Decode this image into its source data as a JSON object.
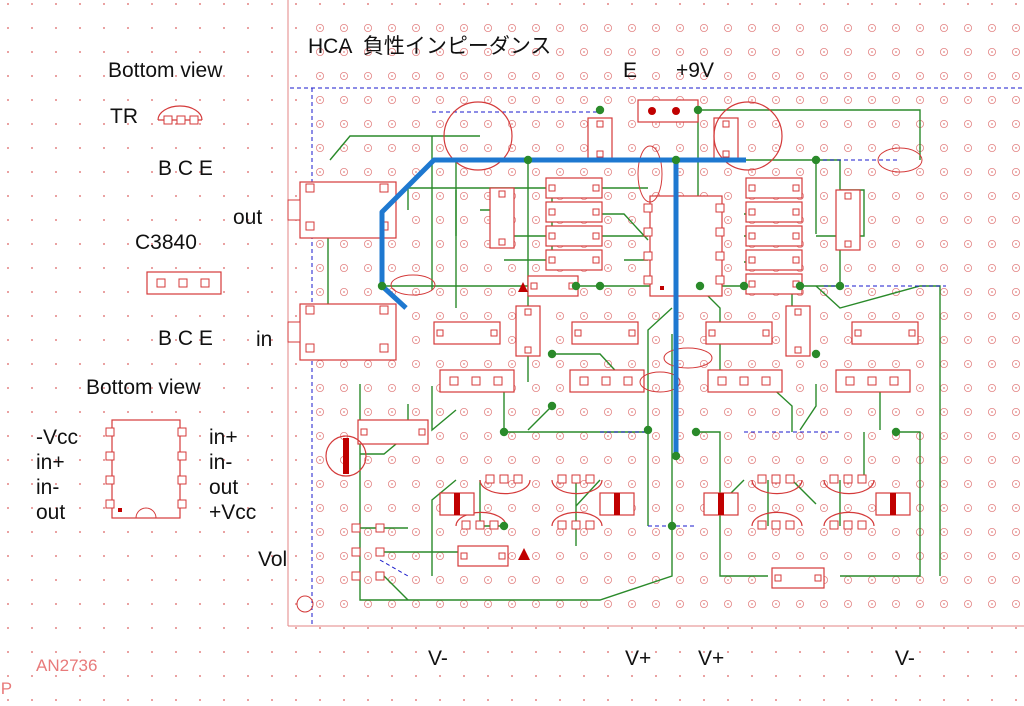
{
  "title": "HCA  負性インピーダンス",
  "power": {
    "e_label": "E",
    "v_label": "+9V"
  },
  "legend": {
    "bottom_view_1": "Bottom view",
    "tr_label": "TR",
    "bce_1": "B C E",
    "c3840_label": "C3840",
    "bce_2": "B C E",
    "bottom_view_2": "Bottom view",
    "ic_pins_left": [
      "-Vcc",
      "in+",
      "in-",
      "out"
    ],
    "ic_pins_right": [
      "in+",
      "in-",
      "out",
      "+Vcc"
    ]
  },
  "connectors": {
    "out_label": "out",
    "in_label": "in",
    "vol_label": "Vol"
  },
  "rails": {
    "v_minus_left": "V-",
    "v_plus_1": "V+",
    "v_plus_2": "V+",
    "v_minus_right": "V-"
  },
  "part_label": "AN2736",
  "corner_label": "IP",
  "colors": {
    "grid": "#e38585",
    "component": "#d43a3a",
    "wire": "#2a8a2a",
    "power_trace": "#1e78d0",
    "board_edge": "#1a1acc",
    "polarity": "#c00000"
  }
}
